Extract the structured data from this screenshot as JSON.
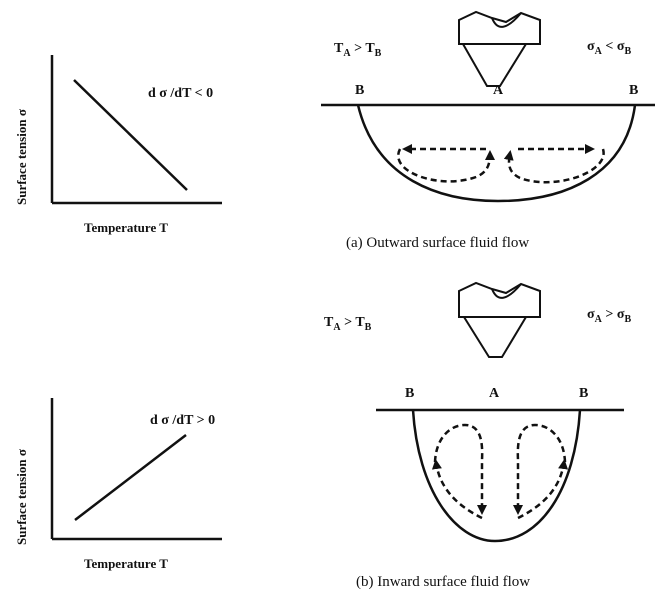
{
  "top_graph": {
    "ylabel": "Surface tension σ",
    "xlabel": "Temperature T",
    "condition": "d σ /dT < 0"
  },
  "bottom_graph": {
    "ylabel": "Surface tension σ",
    "xlabel": "Temperature T",
    "condition": "d σ /dT > 0"
  },
  "panel_a": {
    "temp": {
      "t": "T",
      "a": "A",
      "op": " > ",
      "b": "B"
    },
    "sigma": {
      "s": "σ",
      "a": "A",
      "op": " < ",
      "b": "B"
    },
    "point_b_left": "B",
    "point_a": "A",
    "point_b_right": "B",
    "caption": "(a) Outward surface fluid flow"
  },
  "panel_b": {
    "temp": {
      "t": "T",
      "a": "A",
      "op": " > ",
      "b": "B"
    },
    "sigma": {
      "s": "σ",
      "a": "A",
      "op": " > ",
      "b": "B"
    },
    "point_b_left": "B",
    "point_a": "A",
    "point_b_right": "B",
    "caption": "(b) Inward surface fluid flow"
  }
}
